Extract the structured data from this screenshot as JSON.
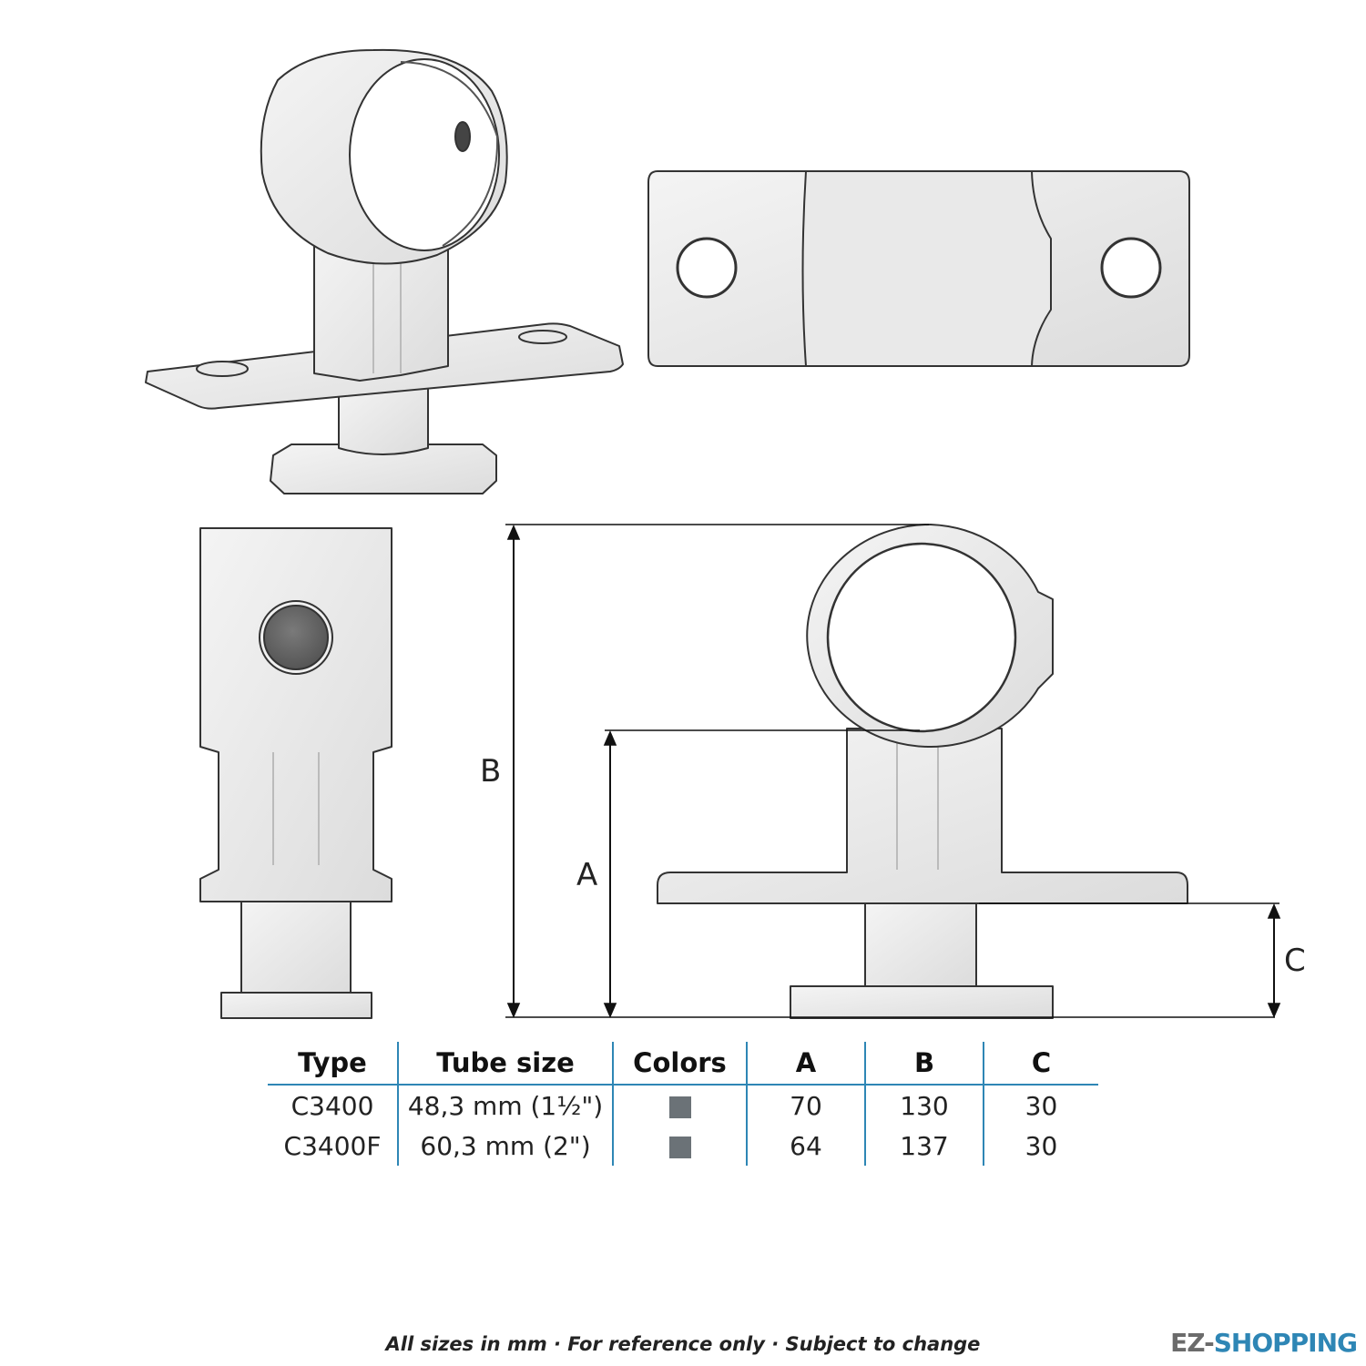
{
  "colors": {
    "accent": "#2e86b5",
    "swatch": "#6b7277",
    "brand_gray": "#6b6b6b",
    "brand_blue": "#2e86b5"
  },
  "dimensions": {
    "a_label": "A",
    "b_label": "B",
    "c_label": "C"
  },
  "table": {
    "headers": [
      "Type",
      "Tube size",
      "Colors",
      "A",
      "B",
      "C"
    ],
    "rows": [
      {
        "type": "C3400",
        "tube": "48,3 mm (1½\")",
        "color": "#6b7277",
        "a": "70",
        "b": "130",
        "c": "30"
      },
      {
        "type": "C3400F",
        "tube": "60,3 mm (2\")",
        "color": "#6b7277",
        "a": "64",
        "b": "137",
        "c": "30"
      }
    ]
  },
  "footer": "All sizes in mm · For reference only · Subject to change",
  "brand": {
    "part1": "EZ-",
    "part2": "SHOPPING"
  }
}
